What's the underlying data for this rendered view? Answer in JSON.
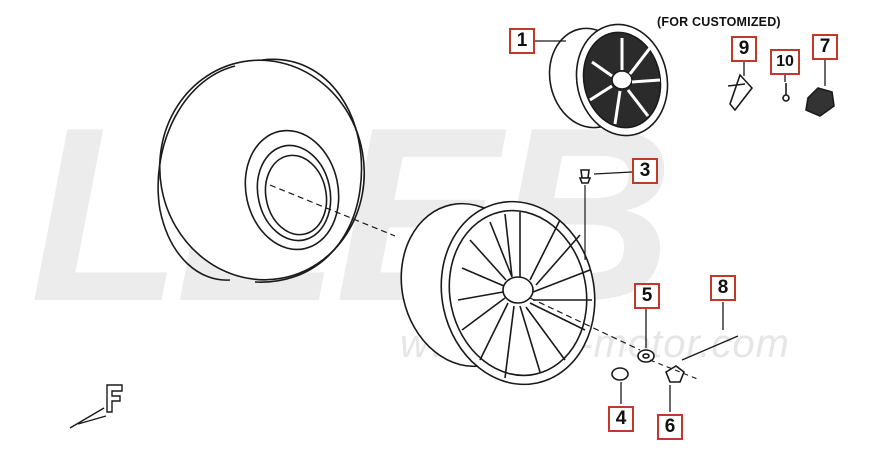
{
  "note": "(FOR CUSTOMIZED)",
  "watermark_logo": "LEEB",
  "watermark_url": "www.leeb-motor.com",
  "callouts": {
    "c1": "1",
    "c2": "9",
    "c3": "10",
    "c4": "7",
    "c5": "3",
    "c6": "5",
    "c7": "8",
    "c8": "4",
    "c9": "6"
  }
}
